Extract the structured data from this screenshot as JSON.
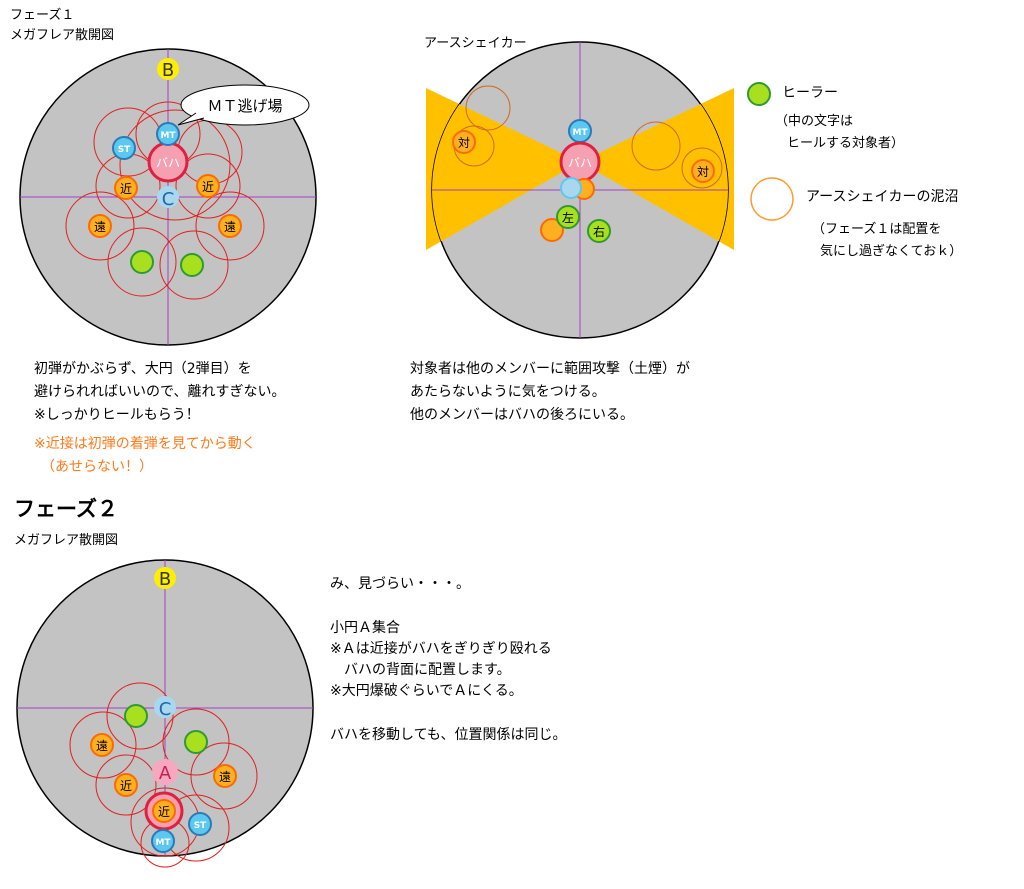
{
  "phase1": {
    "title": "フェーズ１",
    "subtitle": "メガフレア散開図",
    "bubble": "ＭＴ逃げ場",
    "labels": {
      "B": "B",
      "C": "C",
      "MT": "MT",
      "ST": "ST",
      "boss": "バハ",
      "melee": "近",
      "ranged": "遠"
    },
    "notes": [
      "初弾がかぶらず、大円（2弾目）を",
      "避けられればいいので、離れすぎない。",
      "※しっかりヒールもらう！"
    ],
    "notes_orange": [
      "※近接は初弾の着弾を見てから動く",
      "　（あせらない！）"
    ]
  },
  "earthshaker": {
    "title": "アースシェイカー",
    "labels": {
      "MT": "MT",
      "boss": "バハ",
      "target": "対",
      "left": "左",
      "right": "右"
    },
    "notes": [
      "対象者は他のメンバーに範囲攻撃（土煙）が",
      "あたらないように気をつける。",
      "他のメンバーはバハの後ろにいる。"
    ]
  },
  "legend": {
    "healer": "ヒーラー",
    "healer_note": [
      "（中の文字は",
      "ヒールする対象者）"
    ],
    "bog": "アースシェイカーの泥沼",
    "bog_note": [
      "（フェーズ１は配置を",
      "気にし過ぎなくておｋ）"
    ]
  },
  "phase2": {
    "title": "フェーズ２",
    "subtitle": "メガフレア散開図",
    "labels": {
      "B": "B",
      "C": "C",
      "A": "A",
      "MT": "MT",
      "ST": "ST",
      "melee": "近",
      "ranged": "遠"
    },
    "notes": [
      "み、見づらい・・・。",
      "",
      "小円Ａ集合",
      "※Ａは近接がバハをぎりぎり殴れる",
      "　バハの背面に配置します。",
      "※大円爆破ぐらいでＡにくる。",
      "",
      "バハを移動しても、位置関係は同じ。"
    ]
  },
  "colors": {
    "arena": "#c3c3c3",
    "arena_line": "#a040c0",
    "aoe_ring": "#e02020",
    "marker_b": "#ffee00",
    "marker_c": "#a8d8f0",
    "marker_a": "#f5a8c0",
    "tank_fill": "#5bc8f0",
    "tank_ring": "#2a7ab8",
    "boss_fill": "#f5a0b0",
    "boss_ring": "#e02040",
    "dps_fill": "#ffb020",
    "dps_ring": "#ff6a00",
    "healer_fill": "#a8e020",
    "healer_ring": "#2e9a30",
    "cone": "#ffc000"
  }
}
